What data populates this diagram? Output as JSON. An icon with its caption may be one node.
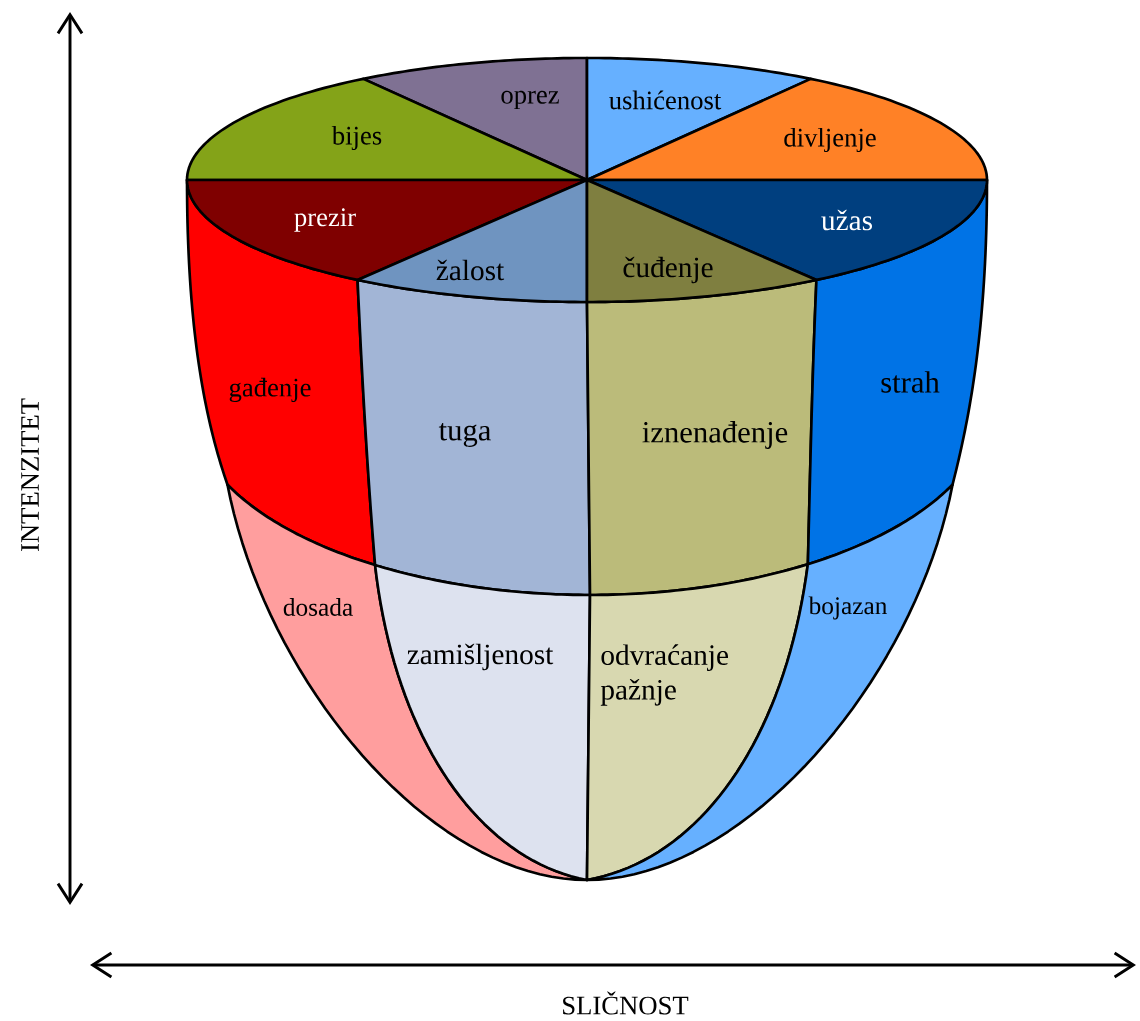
{
  "diagram": {
    "nodes": [
      {
        "text": [
          "oprez"
        ]
      },
      {
        "text": [
          "ushićenost"
        ]
      },
      {
        "text": [
          "bijes"
        ]
      },
      {
        "text": [
          "divljenje"
        ]
      },
      {
        "text": [
          "prezir"
        ]
      },
      {
        "text": [
          "užas"
        ]
      },
      {
        "text": [
          "žalost"
        ]
      },
      {
        "text": [
          "čuđenje"
        ]
      },
      {
        "text": [
          "gađenje"
        ]
      },
      {
        "text": [
          "tuga"
        ]
      },
      {
        "text": [
          "iznenađenje"
        ]
      },
      {
        "text": [
          "strah"
        ]
      },
      {
        "text": [
          "dosada"
        ]
      },
      {
        "text": [
          "zamišljenost"
        ]
      },
      {
        "text": [
          "odvraćanje pažnje"
        ]
      },
      {
        "text": [
          "bojazan"
        ]
      }
    ],
    "labels": [
      "INTENZITET",
      "SLIČNOST"
    ]
  }
}
